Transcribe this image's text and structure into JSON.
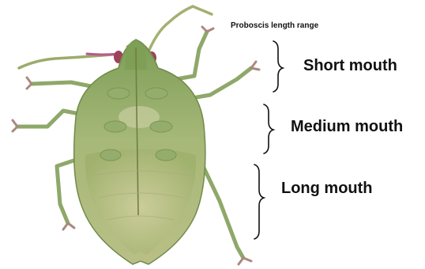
{
  "figure": {
    "title": "Proboscis length range",
    "subject_icon": "stink-bug-ventral-icon",
    "colors": {
      "body": "#9eb36f",
      "body_light": "#c7cc97",
      "leg": "#8ea86a",
      "tarsus": "#a9897f",
      "antenna_tint": "#b85a8a",
      "bracket": "#111111"
    },
    "ranges": [
      {
        "label": "Short mouth"
      },
      {
        "label": "Medium mouth"
      },
      {
        "label": "Long mouth"
      }
    ]
  }
}
